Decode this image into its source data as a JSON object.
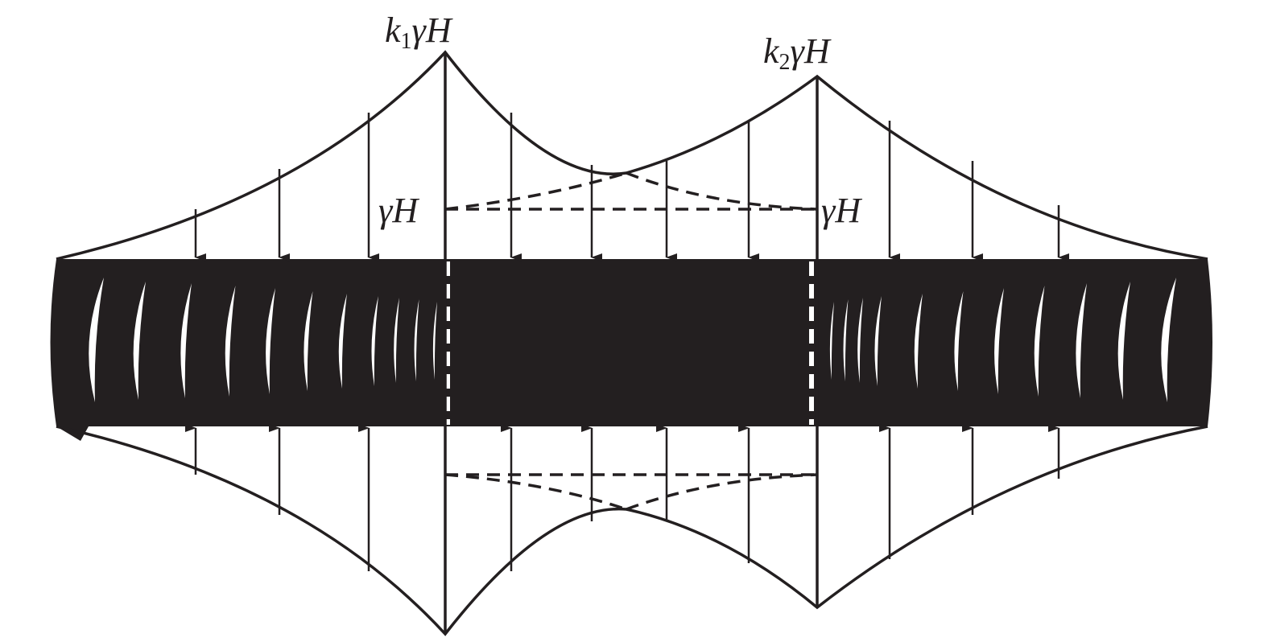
{
  "labels": {
    "peak_left": {
      "k": "k",
      "sub": "1",
      "rest": "γH"
    },
    "peak_right": {
      "k": "k",
      "sub": "2",
      "rest": "γH"
    },
    "base_left": "γH",
    "base_right": "γH"
  },
  "colors": {
    "ink": "#231f20",
    "background": "#ffffff"
  }
}
